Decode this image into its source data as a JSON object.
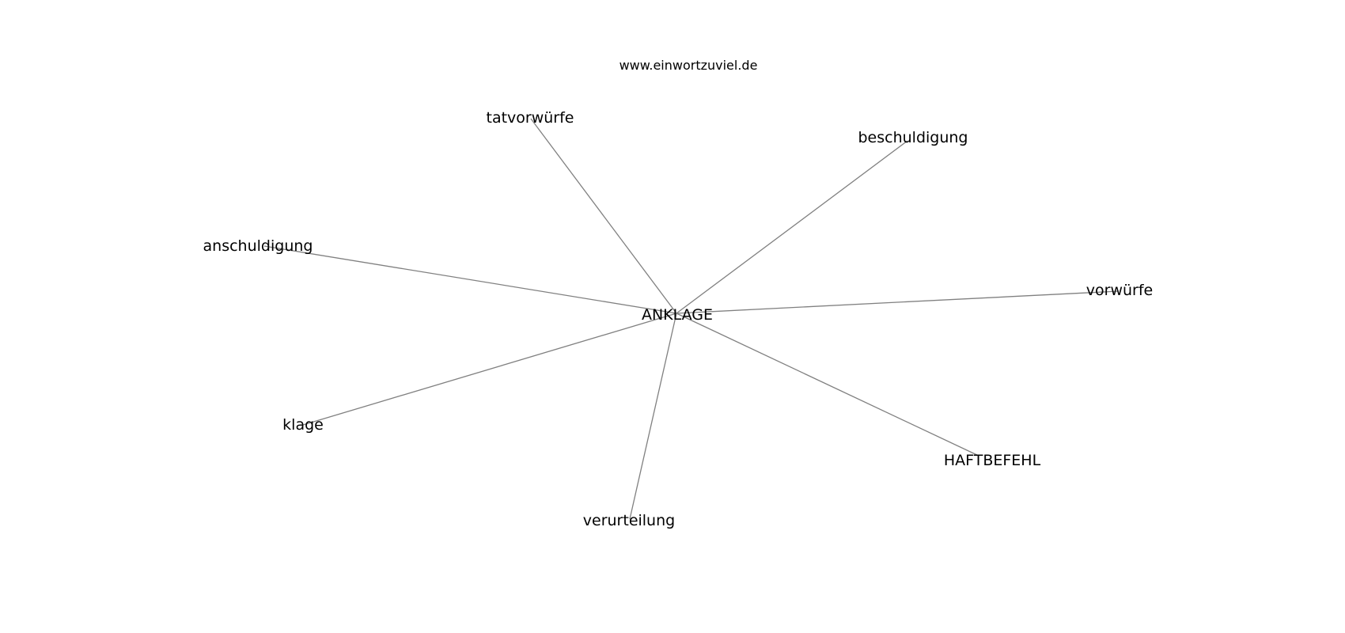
{
  "credit": "www.einwortzuviel.de",
  "center": {
    "id": "center",
    "label": "ANKLAGE"
  },
  "nodes": [
    {
      "id": "tatvorwurfe",
      "label": "tatvorwürfe"
    },
    {
      "id": "beschuldigung",
      "label": "beschuldigung"
    },
    {
      "id": "anschuldigung",
      "label": "anschuldigung"
    },
    {
      "id": "vorwurfe",
      "label": "vorwürfe"
    },
    {
      "id": "klage",
      "label": "klage"
    },
    {
      "id": "haftbefehl",
      "label": "HAFTBEFEHL"
    },
    {
      "id": "verurteilung",
      "label": "verurteilung"
    }
  ],
  "edges": [
    {
      "from": "center",
      "to": "tatvorwurfe"
    },
    {
      "from": "center",
      "to": "beschuldigung"
    },
    {
      "from": "center",
      "to": "anschuldigung"
    },
    {
      "from": "center",
      "to": "vorwurfe"
    },
    {
      "from": "center",
      "to": "klage"
    },
    {
      "from": "center",
      "to": "haftbefehl"
    },
    {
      "from": "center",
      "to": "verurteilung"
    }
  ],
  "colors": {
    "edge": "#808080",
    "text": "#000000",
    "background": "#ffffff"
  }
}
